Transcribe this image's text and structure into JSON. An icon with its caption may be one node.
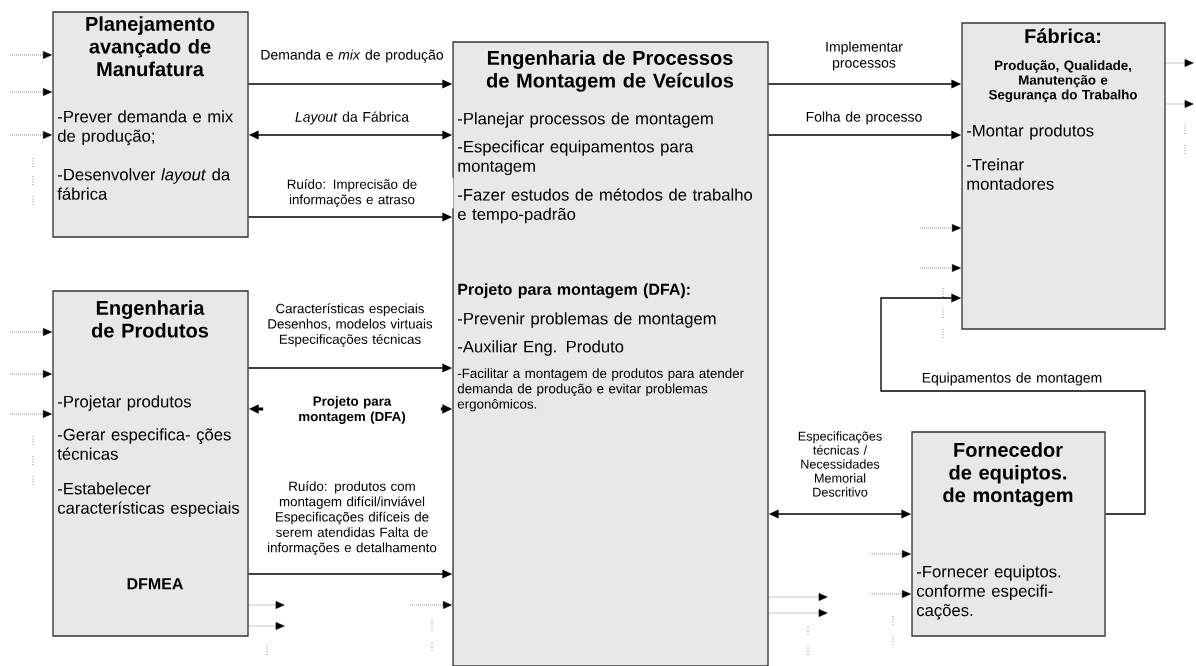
{
  "diagram": {
    "nodes": [
      {
        "text": [
          "Planejamento avançado de Manufatura",
          "-Prever demanda e mix de produção;",
          "-Desenvolver *layout* da fábrica"
        ]
      },
      {
        "text": [
          "Engenharia de Produtos",
          "-Projetar produtos",
          "-Gerar especifica- ções técnicas",
          "-Estabelecer características especiais",
          "DFMEA"
        ]
      },
      {
        "text": [
          "Engenharia de Processos de Montagem de Veículos",
          "-Planejar processos de montagem",
          "-Especificar equipamentos para montagem",
          "-Fazer estudos de métodos de trabalho e tempo-padrão",
          "Projeto para montagem (DFA):",
          "-Prevenir problemas de montagem",
          "-Auxiliar Eng. Produto",
          "-Facilitar a montagem de produtos para atender demanda de produção e evitar problemas ergonômicos."
        ]
      },
      {
        "text": [
          "Fábrica:",
          "Produção, Qualidade, Manutenção e Segurança do Trabalho",
          "-Montar produtos",
          "-Treinar montadores"
        ]
      },
      {
        "text": [
          "Fornecedor de equiptos. de montagem",
          "-Fornecer equiptos. conforme especifi- cações."
        ]
      }
    ],
    "edges": [
      {
        "from": 0,
        "to": 2,
        "arrow": "to",
        "label": "Demanda e *mix* de produção"
      },
      {
        "from": 0,
        "to": 2,
        "arrow": "both",
        "label": "*Layout* da Fábrica"
      },
      {
        "from": 0,
        "to": 2,
        "arrow": "to",
        "label": "Ruído: Imprecisão de informações e atraso"
      },
      {
        "from": 1,
        "to": 2,
        "arrow": "to",
        "label": "Características especiais Desenhos, modelos virtuais Especificações técnicas"
      },
      {
        "from": 1,
        "to": 2,
        "arrow": "both",
        "label": "Projeto para montagem (DFA)",
        "style": "thick"
      },
      {
        "from": 1,
        "to": 2,
        "arrow": "to",
        "label": "Ruído: produtos com montagem difícil/inviável Especificações difíceis de serem atendidas Falta de informações e detalhamento"
      },
      {
        "from": 2,
        "to": 3,
        "arrow": "to",
        "label": "Implementar processos"
      },
      {
        "from": 2,
        "to": 3,
        "arrow": "to",
        "label": "Folha de processo"
      },
      {
        "from": 2,
        "to": 4,
        "arrow": "both",
        "label": "Especificações técnicas / Necessidades Memorial Descritivo"
      },
      {
        "from": 4,
        "to": 3,
        "arrow": "to",
        "label": "Equipamentos de montagem"
      },
      {
        "from": null,
        "to": 0,
        "arrow": "to",
        "style": "dashed"
      },
      {
        "from": null,
        "to": 0,
        "arrow": "to",
        "style": "dashed"
      },
      {
        "from": null,
        "to": 0,
        "arrow": "to",
        "style": "dashed"
      },
      {
        "from": null,
        "to": 1,
        "arrow": "to",
        "style": "dashed"
      },
      {
        "from": null,
        "to": 1,
        "arrow": "to",
        "style": "dashed"
      },
      {
        "from": null,
        "to": 1,
        "arrow": "to",
        "style": "dashed"
      },
      {
        "from": 1,
        "to": null,
        "arrow": "to",
        "style": "dashed"
      },
      {
        "from": 1,
        "to": null,
        "arrow": "to",
        "style": "dashed"
      },
      {
        "from": null,
        "to": 2,
        "arrow": "to",
        "style": "dashed"
      },
      {
        "from": 2,
        "to": null,
        "arrow": "to",
        "style": "dashed"
      },
      {
        "from": 2,
        "to": null,
        "arrow": "to",
        "style": "dashed"
      },
      {
        "from": null,
        "to": 4,
        "arrow": "to",
        "style": "dashed"
      },
      {
        "from": null,
        "to": 4,
        "arrow": "to",
        "style": "dashed"
      },
      {
        "from": null,
        "to": 3,
        "arrow": "to",
        "style": "dashed"
      },
      {
        "from": null,
        "to": 3,
        "arrow": "to",
        "style": "dashed"
      },
      {
        "from": 3,
        "to": null,
        "arrow": "to",
        "style": "dashed"
      },
      {
        "from": 3,
        "to": null,
        "arrow": "to",
        "style": "dashed"
      }
    ]
  }
}
